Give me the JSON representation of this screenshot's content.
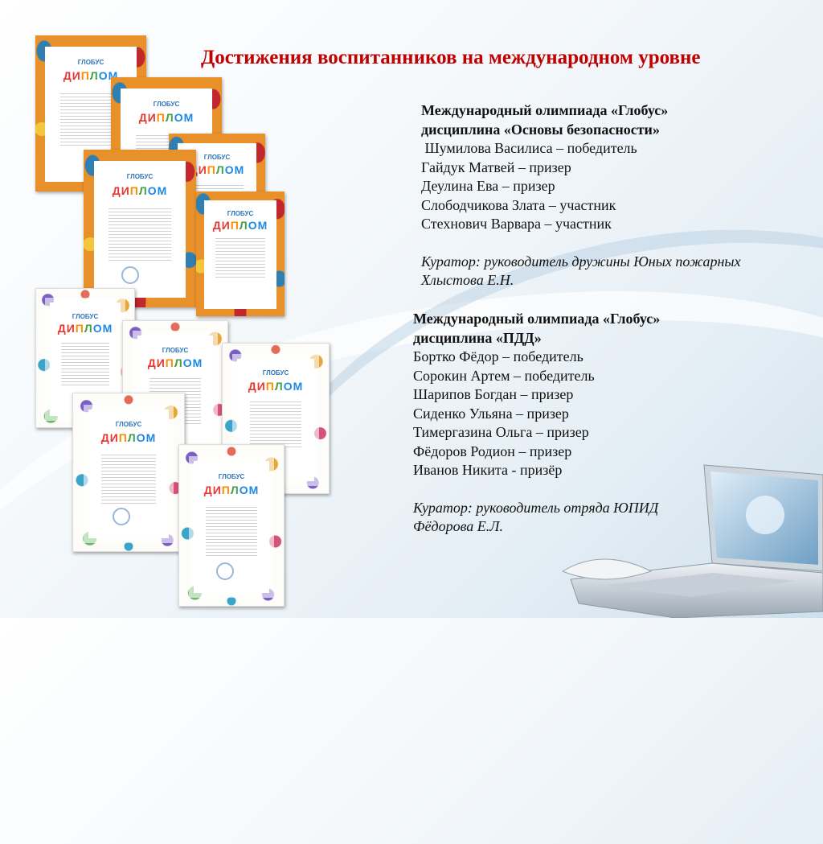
{
  "title": "Достижения воспитанников на международном уровне",
  "block1": {
    "heading1": "Международный олимпиада «Глобус»",
    "heading2": "дисциплина «Основы безопасности»",
    "items": [
      " Шумилова Василиса – победитель",
      "Гайдук Матвей – призер",
      "Деулина Ева – призер",
      "Слободчикова Злата – участник",
      "Стехнович Варвара – участник"
    ],
    "curator1": "Куратор: руководитель дружины Юных пожарных",
    "curator2": "Хлыстова Е.Н."
  },
  "block2": {
    "heading1": "Международный олимпиада «Глобус»",
    "heading2": "дисциплина «ПДД»",
    "items": [
      "Бортко Фёдор – победитель",
      "Сорокин Артем – победитель",
      "Шарипов Богдан – призер",
      "Сиденко Ульяна – призер",
      "Тимергазина Ольга – призер",
      "Фёдоров Родион – призер",
      "Иванов Никита - призёр"
    ],
    "curator1": "Куратор: руководитель отряда ЮПИД",
    "curator2": "Фёдорова Е.Л."
  },
  "diploma": {
    "logo": "ГЛОБУС",
    "word_parts": [
      "ДИ",
      "П",
      "Л",
      "ОМ"
    ]
  },
  "colors": {
    "title": "#c00000",
    "autumn_frame": "#e8902a"
  }
}
